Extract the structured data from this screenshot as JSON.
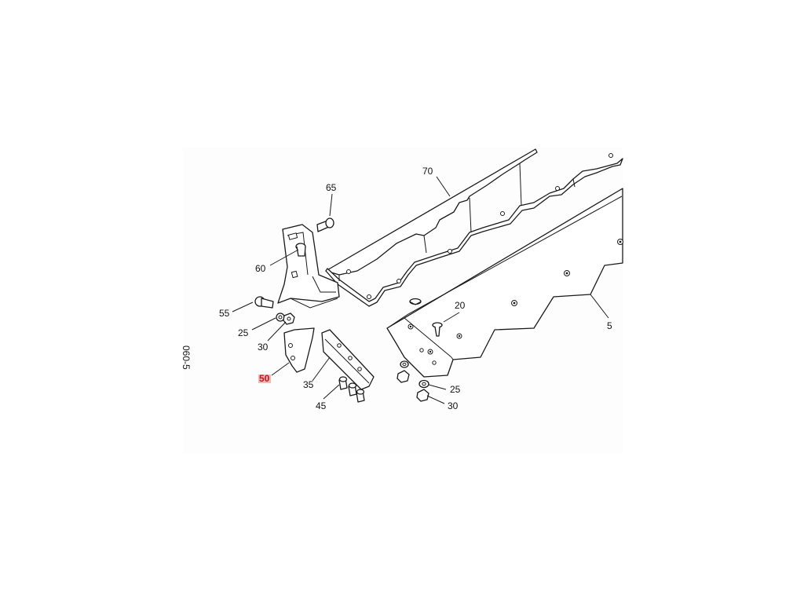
{
  "drawing": {
    "reference_code": "060-5",
    "highlighted_callout": "50"
  },
  "callouts": [
    {
      "id": "c70",
      "label": "70"
    },
    {
      "id": "c65",
      "label": "65"
    },
    {
      "id": "c60",
      "label": "60"
    },
    {
      "id": "c20",
      "label": "20"
    },
    {
      "id": "c5",
      "label": "5"
    },
    {
      "id": "c55",
      "label": "55"
    },
    {
      "id": "c25a",
      "label": "25"
    },
    {
      "id": "c30a",
      "label": "30"
    },
    {
      "id": "c50",
      "label": "50"
    },
    {
      "id": "c35",
      "label": "35"
    },
    {
      "id": "c45",
      "label": "45"
    },
    {
      "id": "c25b",
      "label": "25"
    },
    {
      "id": "c30b",
      "label": "30"
    }
  ]
}
